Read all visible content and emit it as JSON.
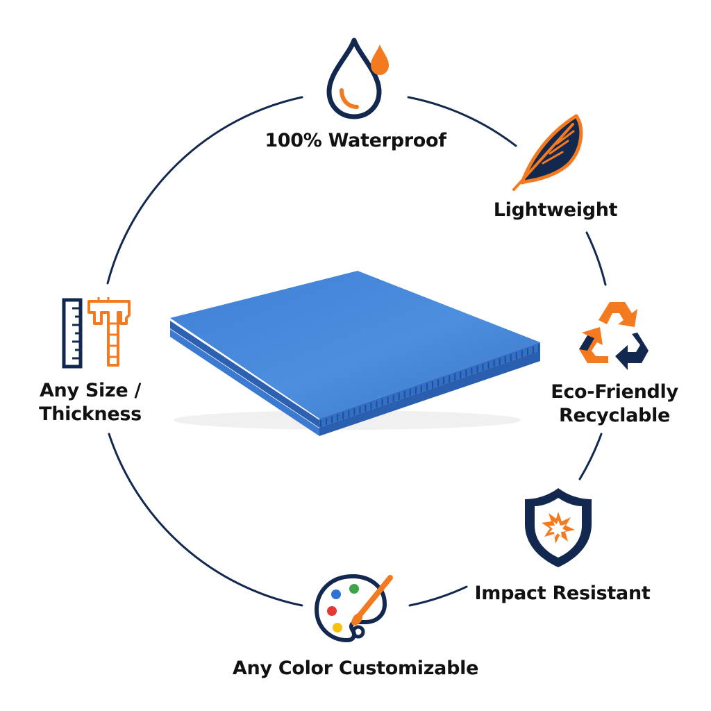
{
  "colors": {
    "navy": "#13284f",
    "orange": "#f47a20",
    "panel_blue": "#3d7fd6",
    "panel_dark": "#2d62b3",
    "panel_light": "#5a98e4",
    "text": "#111111"
  },
  "features": [
    {
      "id": "waterproof",
      "icon": "water-drop-icon",
      "lines": [
        "100% Waterproof"
      ]
    },
    {
      "id": "lightweight",
      "icon": "feather-icon",
      "lines": [
        "Lightweight"
      ]
    },
    {
      "id": "eco",
      "icon": "recycle-icon",
      "lines": [
        "Eco-Friendly",
        "Recyclable"
      ]
    },
    {
      "id": "impact",
      "icon": "shield-icon",
      "lines": [
        "Impact Resistant"
      ]
    },
    {
      "id": "color",
      "icon": "paint-palette-icon",
      "lines": [
        "Any Color Customizable"
      ]
    },
    {
      "id": "size",
      "icon": "ruler-caliper-icon",
      "lines": [
        "Any Size /",
        "Thickness"
      ]
    }
  ]
}
